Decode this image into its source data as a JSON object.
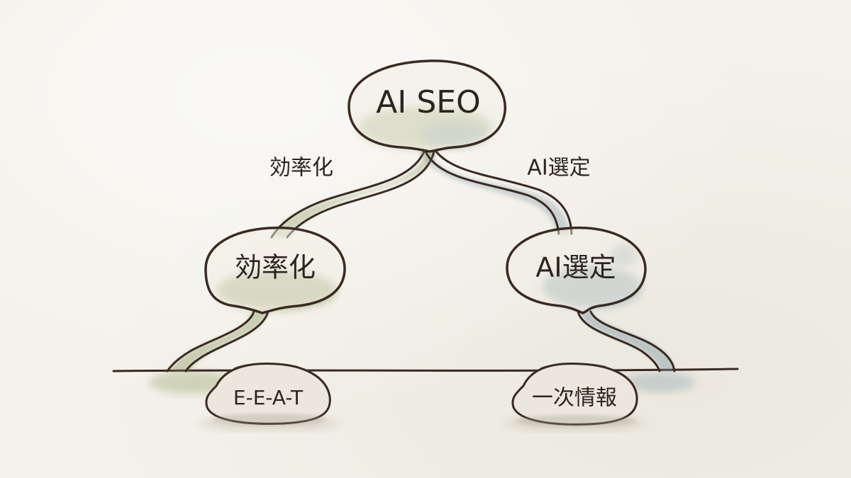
{
  "diagram": {
    "root": {
      "label": "AI SEO"
    },
    "branches": [
      {
        "edge_label": "効率化",
        "node_label": "効率化",
        "foundation_label": "E-E-A-T",
        "tint": "#8a9a5b"
      },
      {
        "edge_label": "AI選定",
        "node_label": "AI選定",
        "foundation_label": "一次情報",
        "tint": "#7f9aa6"
      }
    ],
    "colors": {
      "ink": "#3a2a22",
      "moss": "#8a9a5b",
      "slate": "#7f9aa6",
      "rock": "#e9e5dc"
    }
  }
}
